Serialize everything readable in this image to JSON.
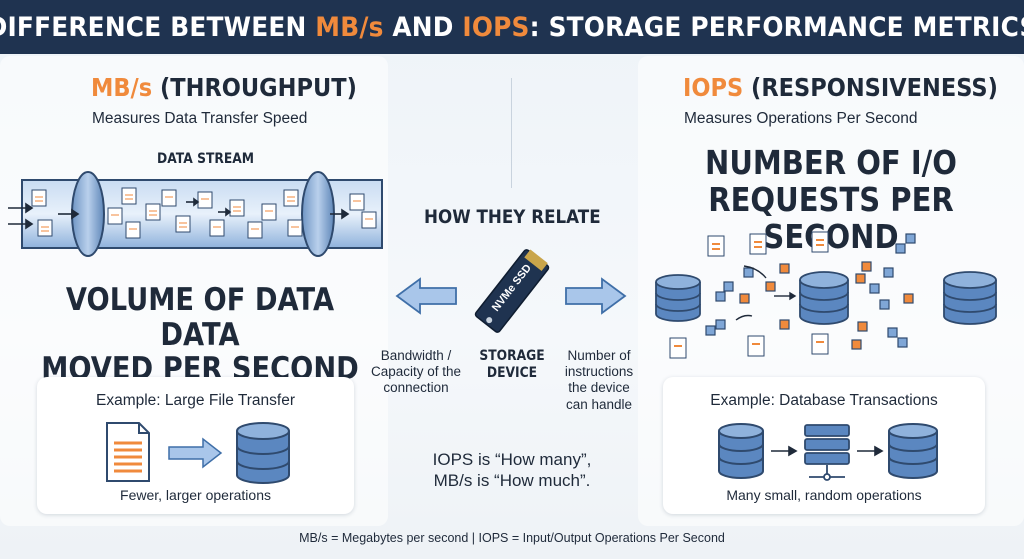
{
  "header": {
    "title_pre": "DIFFERENCE BETWEEN ",
    "title_hl1": "MB/s",
    "title_mid": " AND ",
    "title_hl2": "IOPS",
    "title_post": ": STORAGE PERFORMANCE METRICS"
  },
  "left": {
    "title_hl": "MB/s",
    "title_rest": " (THROUGHPUT)",
    "subtitle": "Measures Data Transfer Speed",
    "stream_label": "DATA STREAM",
    "big_line1": "VOLUME OF DATA DATA",
    "big_line2": "MOVED PER SECOND",
    "example_title": "Example: Large File Transfer",
    "example_caption": "Fewer, larger operations"
  },
  "center": {
    "title": "HOW THEY RELATE",
    "device_label": "NVMe SSD",
    "storage_line1": "STORAGE",
    "storage_line2": "DEVICE",
    "left_note_1": "Bandwidth /",
    "left_note_2": "Capacity of the",
    "left_note_3": "connection",
    "right_note_1": "Number of",
    "right_note_2": "instructions",
    "right_note_3": "the device",
    "right_note_4": "can handle",
    "quote_line1": "IOPS is “How many”,",
    "quote_line2": "MB/s is “How much”."
  },
  "right": {
    "title_hl": "IOPS",
    "title_rest": " (RESPONSIVENESS)",
    "subtitle": "Measures Operations Per Second",
    "big_line1": "NUMBER OF I/O",
    "big_line2": "REQUESTS PER SECOND",
    "example_title": "Example: Database Transactions",
    "example_caption": "Many small, random operations"
  },
  "footer": {
    "text": "MB/s = Megabytes per second  |  IOPS = Input/Output Operations Per Second"
  },
  "colors": {
    "accent": "#f08a3c",
    "navy": "#1f3350",
    "blue": "#3f6fa8"
  }
}
